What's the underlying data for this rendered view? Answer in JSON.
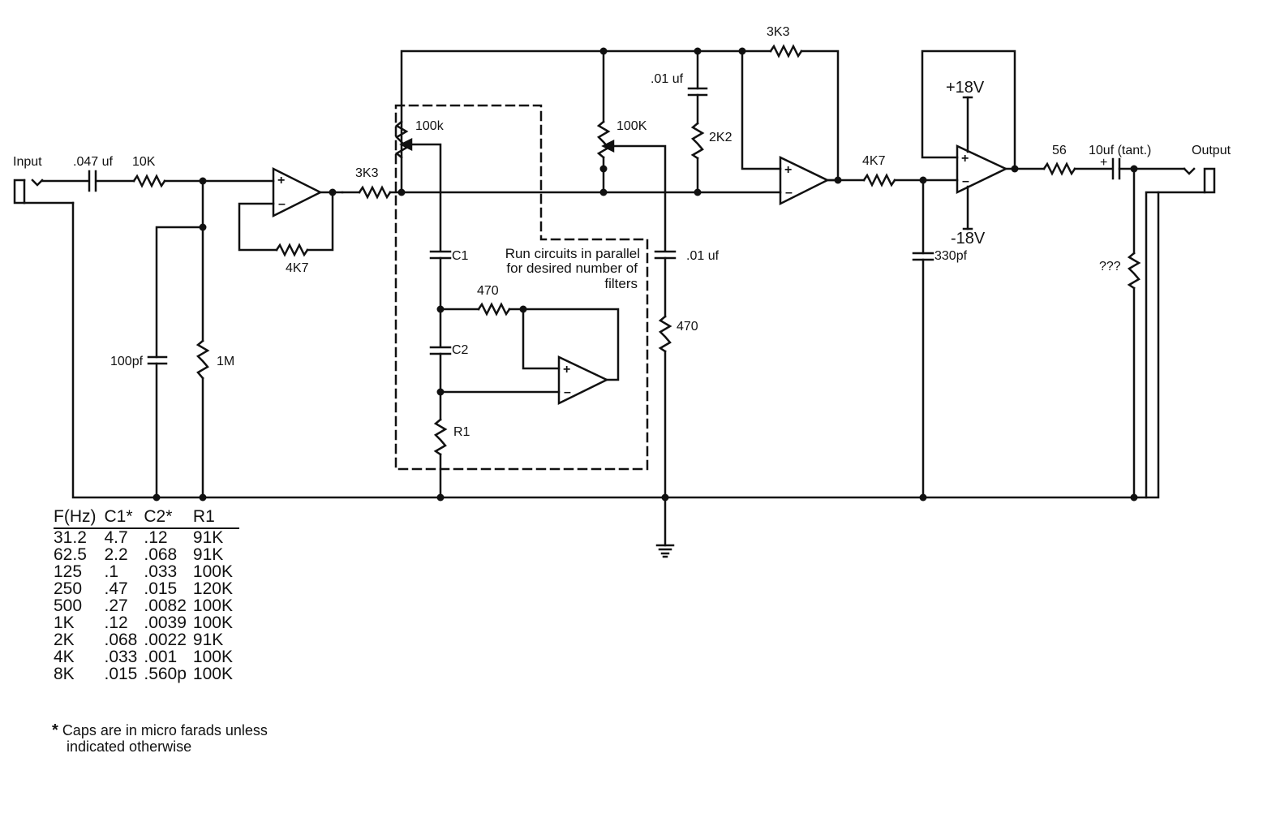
{
  "labels": {
    "input": "Input",
    "output": "Output",
    "c_in": ".047 uf",
    "r_in": "10K",
    "c_100pf": "100pf",
    "r_1m": "1M",
    "r_fb1": "4K7",
    "r_3k3_a": "3K3",
    "pot_a": "100k",
    "pot_b": "100K",
    "c_01_top": ".01 uf",
    "r_2k2": "2K2",
    "r_3k3_b": "3K3",
    "r_4k7_b": "4K7",
    "c_330pf": "330pf",
    "plus_supply": "+18V",
    "minus_supply": "-18V",
    "r_56": "56",
    "c_out": "10uf (tant.)",
    "c_plus": "+",
    "r_unknown": "???",
    "c_01_right": ".01 uf",
    "r_470_right": "470",
    "c1": "C1",
    "c2": "C2",
    "r1": "R1",
    "r_470_gyr": "470",
    "note_line1": "Run circuits in parallel",
    "note_line2": "for desired number of",
    "note_line3": "filters"
  },
  "table": {
    "headers": [
      "F(Hz)",
      "C1*",
      "C2*",
      "R1"
    ],
    "rows": [
      [
        "31.2",
        "4.7",
        ".12",
        "91K"
      ],
      [
        "62.5",
        "2.2",
        ".068",
        "91K"
      ],
      [
        "125",
        ".1",
        ".033",
        "100K"
      ],
      [
        "250",
        ".47",
        ".015",
        "120K"
      ],
      [
        "500",
        ".27",
        ".0082",
        "100K"
      ],
      [
        "1K",
        ".12",
        ".0039",
        "100K"
      ],
      [
        "2K",
        ".068",
        ".0022",
        "91K"
      ],
      [
        "4K",
        ".033",
        ".001",
        "100K"
      ],
      [
        "8K",
        ".015",
        ".560p",
        "100K"
      ]
    ]
  },
  "footnote": {
    "star": "*",
    "line1": "Caps are in micro farads unless",
    "line2": "indicated otherwise"
  }
}
